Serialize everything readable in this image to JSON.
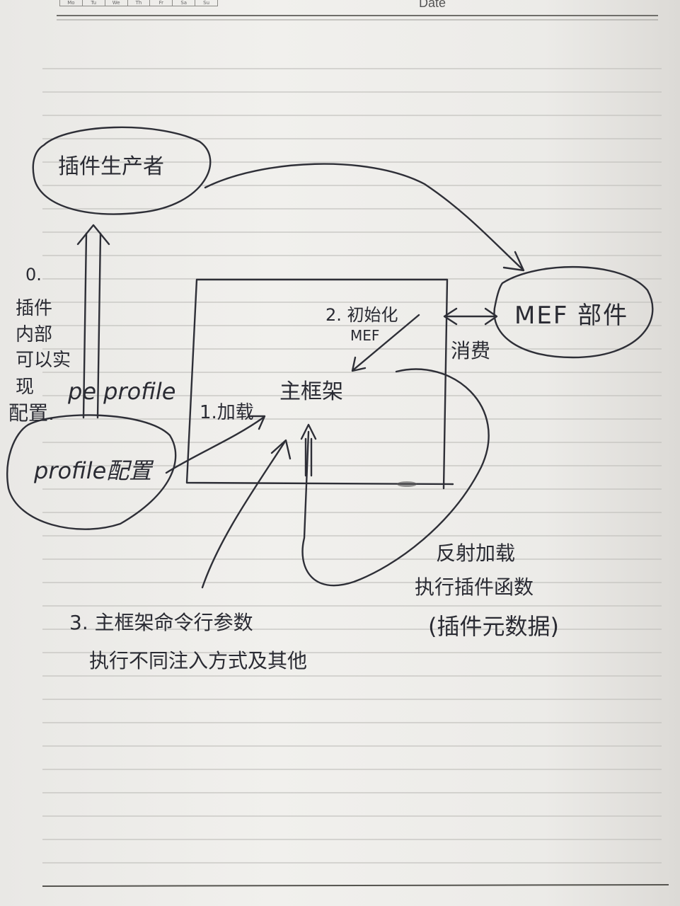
{
  "header": {
    "weekdays": [
      "Mo",
      "Tu",
      "We",
      "Th",
      "Fr",
      "Sa",
      "Su"
    ],
    "date_label": "Date"
  },
  "nodes": {
    "plugin_producer": "插件生产者",
    "mef": "MEF 部件",
    "profile_config": "profile配置",
    "main_frame": "主框架"
  },
  "labels": {
    "step0_num": "0.",
    "step0_line1": "插件",
    "step0_line2": "内部",
    "step0_line3": "可以实",
    "step0_line4": "现",
    "step0_line5": "配置.",
    "pe_profile": "pe profile",
    "step1": "1.加载",
    "step2_line1": "2. 初始化",
    "step2_line2": "MEF",
    "consume": "消费",
    "reflect_line1": "反射加载",
    "reflect_line2": "执行插件函数",
    "reflect_line3": "(插件元数据)",
    "step3_line1": "3. 主框架命令行参数",
    "step3_line2": "执行不同注入方式及其他"
  },
  "colors": {
    "ink": "#2a2b33",
    "rule": "#b9b8b4",
    "paper": "#efeeeb"
  }
}
